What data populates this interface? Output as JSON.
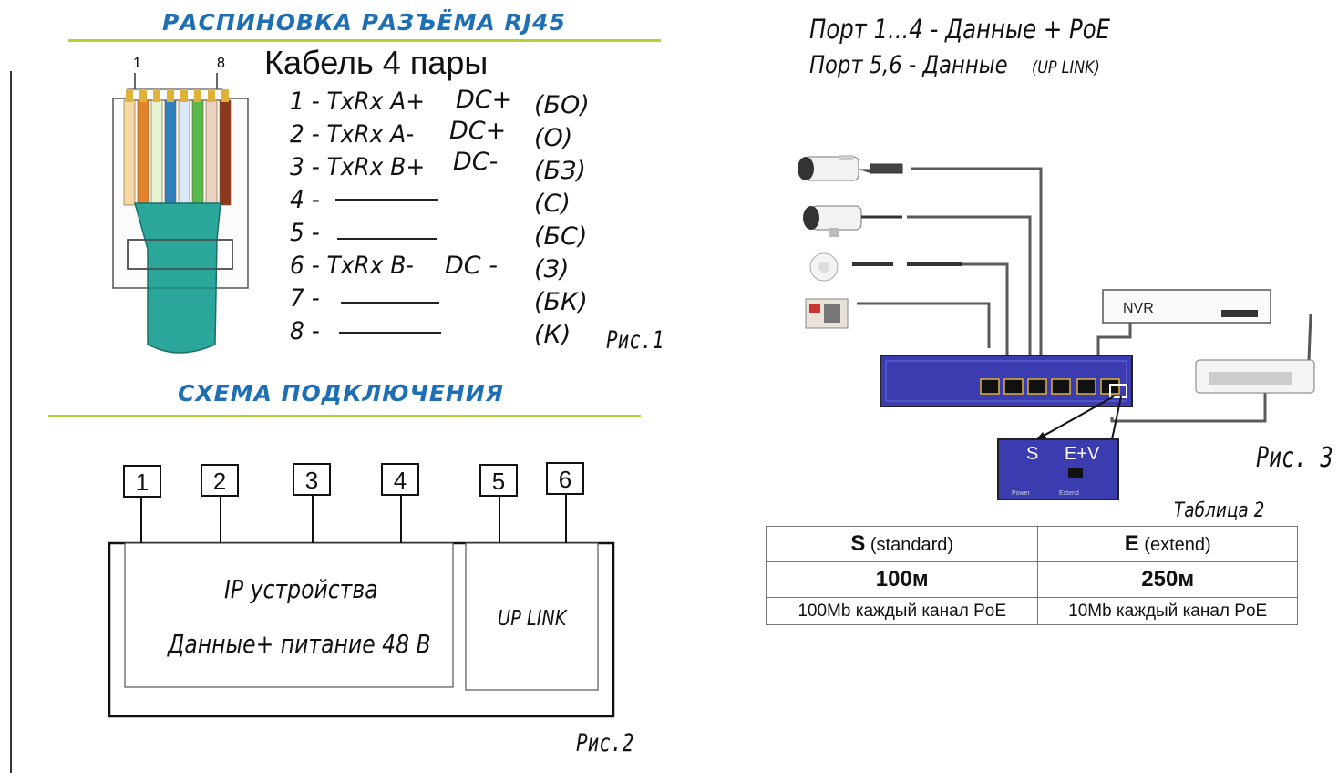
{
  "pinout": {
    "title": "РАСПИНОВКА РАЗЪЁМА RJ45",
    "cable_title": "Кабель 4 пары",
    "pin_left_mark": "1",
    "pin_right_mark": "8",
    "pins": [
      {
        "label": "1 - TxRx A+",
        "dc": "DC+",
        "code": "(БО)"
      },
      {
        "label": "2 - TxRx A-",
        "dc": "DC+",
        "code": "(О)"
      },
      {
        "label": "3 - TxRx B+",
        "dc": "DC-",
        "code": "(БЗ)"
      },
      {
        "label": "4 -",
        "dc": "",
        "code": "(С)"
      },
      {
        "label": "5 -",
        "dc": "",
        "code": "(БС)"
      },
      {
        "label": "6 - TxRx B-",
        "dc": "DC -",
        "code": "(З)"
      },
      {
        "label": "7 -",
        "dc": "",
        "code": "(БК)"
      },
      {
        "label": "8 -",
        "dc": "",
        "code": "(К)"
      }
    ],
    "caption": "Рис.1",
    "wire_colors": [
      "#f6d8a6",
      "#e2832b",
      "#e7f3d0",
      "#2f7fbd",
      "#dbe9f6",
      "#58b94c",
      "#e9d2bf",
      "#8b3a1f"
    ]
  },
  "scheme": {
    "title": "СХЕМА ПОДКЛЮЧЕНИЯ",
    "ports": [
      "1",
      "2",
      "3",
      "4",
      "5",
      "6"
    ],
    "ip_devices_label": "IP устройства",
    "power_label": "Данные+ питание 48 В",
    "uplink_label": "UP LINK",
    "caption": "Рис.2"
  },
  "switch_info": {
    "line1": "Порт 1...4 - Данные + PoE",
    "line2_main": "Порт 5,6 - Данные",
    "line2_small": "(UP LINK)",
    "nvr_label": "NVR",
    "zoom_s": "S",
    "zoom_ev": "E+V",
    "zoom_power": "Power",
    "zoom_extend": "Extend",
    "caption": "Рис. 3"
  },
  "table": {
    "caption": "Таблица 2",
    "headers": [
      {
        "letter": "S",
        "word": "(standard)"
      },
      {
        "letter": "E",
        "word": "(extend)"
      }
    ],
    "distances": [
      "100м",
      "250м"
    ],
    "notes": [
      "100Mb каждый канал PoE",
      "10Mb  каждый канал PoE"
    ]
  },
  "colors": {
    "title_blue": "#1f6fb5",
    "rule_green": "#b9cf33",
    "cable_teal": "#2aa79a",
    "switch_blue": "#3a3cb0"
  }
}
